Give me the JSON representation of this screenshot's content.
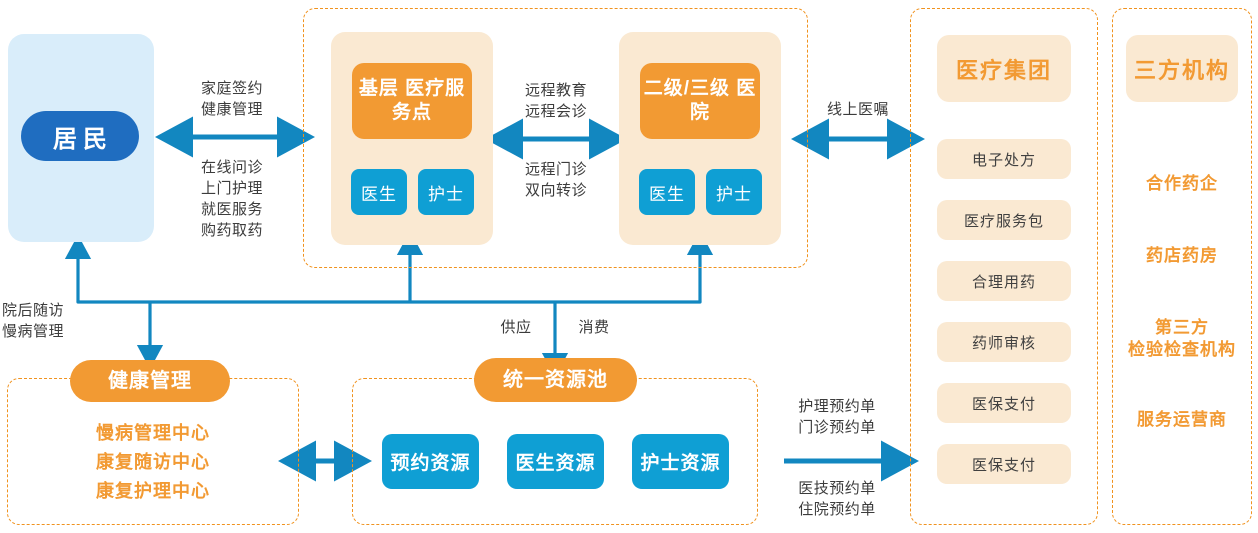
{
  "diagram": {
    "residents": {
      "label": "居民"
    },
    "flows": {
      "resident_to_care_top": "家庭签约\n健康管理",
      "resident_to_care_bottom": "在线问诊\n上门护理\n就医服务\n购药取药",
      "care_to_care_top": "远程教育\n远程会诊",
      "care_to_care_bottom": "远程门诊\n双向转诊",
      "care_to_group": "线上医嘱",
      "post_discharge": "院后随访\n慢病管理",
      "supply": "供应",
      "consume": "消费",
      "pool_to_group_top": "护理预约单\n门诊预约单",
      "pool_to_group_bottom": "医技预约单\n住院预约单"
    },
    "care_panel": {
      "primary": {
        "title": "基层\n医疗服务点",
        "roles": [
          "医生",
          "护士"
        ]
      },
      "hospital": {
        "title": "二级/三级\n医院",
        "roles": [
          "医生",
          "护士"
        ]
      }
    },
    "medical_group": {
      "title": "医疗集团",
      "items": [
        "电子处方",
        "医疗服务包",
        "合理用药",
        "药师审核",
        "医保支付",
        "医保支付"
      ]
    },
    "third_party": {
      "title": "三方机构",
      "items": [
        "合作药企",
        "药店药房",
        "第三方\n检验检查机构",
        "服务运营商"
      ]
    },
    "health_management": {
      "title": "健康管理",
      "items": [
        "慢病管理中心",
        "康复随访中心",
        "康复护理中心"
      ]
    },
    "resource_pool": {
      "title": "统一资源池",
      "items": [
        "预约资源",
        "医生资源",
        "护士资源"
      ]
    },
    "colors": {
      "orange": "#f29a33",
      "orange_dash": "#f0921e",
      "beige": "#fae9d2",
      "blue_deep": "#1f6dc0",
      "blue_cyan": "#0f9fd4",
      "blue_arrow": "#1287c0",
      "light_blue_card": "#d9edfa",
      "text_gray": "#3c3c3c"
    }
  }
}
